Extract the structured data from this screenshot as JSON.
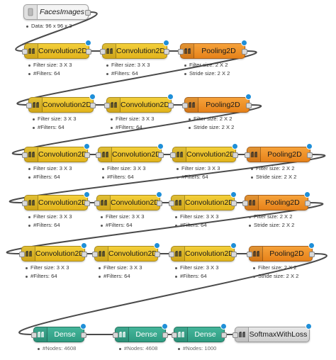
{
  "colors": {
    "conv": "#e9c02a",
    "pool": "#ef921f",
    "dense": "#36a88d",
    "loss": "#d8d8d8",
    "input": "#f4f4f4",
    "wire": "#4a4a4a",
    "status_dot": "#1f8fd8"
  },
  "icons": {
    "layer": "layer-glyph-icon",
    "input": "input-tab-icon"
  },
  "input": {
    "label": "FacesImages",
    "info": "Data: 96 x 96 x 3"
  },
  "rows": [
    [
      {
        "kind": "conv",
        "label": "Convolution2D",
        "info": [
          "Filter size: 3 X 3",
          "#Filters: 64"
        ]
      },
      {
        "kind": "conv",
        "label": "Convolution2D",
        "info": [
          "Filter size: 3 X 3",
          "#Filters: 64"
        ]
      },
      {
        "kind": "pool",
        "label": "Pooling2D",
        "info": [
          "Filter size: 2 X 2",
          "Stride size: 2 X 2"
        ]
      }
    ],
    [
      {
        "kind": "conv",
        "label": "Convolution2D",
        "info": [
          "Filter size: 3 X 3",
          "#Filters: 64"
        ]
      },
      {
        "kind": "conv",
        "label": "Convolution2D",
        "info": [
          "Filter size: 3 X 3",
          "#Filters: 64"
        ]
      },
      {
        "kind": "pool",
        "label": "Pooling2D",
        "info": [
          "Filter size: 2 X 2",
          "Stride size: 2 X 2"
        ]
      }
    ],
    [
      {
        "kind": "conv",
        "label": "Convolution2D",
        "info": [
          "Filter size: 3 X 3",
          "#Filters: 64"
        ]
      },
      {
        "kind": "conv",
        "label": "Convolution2D",
        "info": [
          "Filter size: 3 X 3",
          "#Filters: 64"
        ]
      },
      {
        "kind": "conv",
        "label": "Convolution2D",
        "info": [
          "Filter size: 3 X 3",
          "#Filters: 64"
        ]
      },
      {
        "kind": "pool",
        "label": "Pooling2D",
        "info": [
          "Filter size: 2 X 2",
          "Stride size: 2 X 2"
        ]
      }
    ],
    [
      {
        "kind": "conv",
        "label": "Convolution2D",
        "info": [
          "Filter size: 3 X 3",
          "#Filters: 64"
        ]
      },
      {
        "kind": "conv",
        "label": "Convolution2D",
        "info": [
          "Filter size: 3 X 3",
          "#Filters: 64"
        ]
      },
      {
        "kind": "conv",
        "label": "Convolution2D",
        "info": [
          "Filter size: 3 X 3",
          "#Filters: 64"
        ]
      },
      {
        "kind": "pool",
        "label": "Pooling2D",
        "info": [
          "Filter size: 2 X 2",
          "Stride size: 2 X 2"
        ]
      }
    ],
    [
      {
        "kind": "conv",
        "label": "Convolution2D",
        "info": [
          "Filter size: 3 X 3",
          "#Filters: 64"
        ]
      },
      {
        "kind": "conv",
        "label": "Convolution2D",
        "info": [
          "Filter size: 3 X 3",
          "#Filters: 64"
        ]
      },
      {
        "kind": "conv",
        "label": "Convolution2D",
        "info": [
          "Filter size: 3 X 3",
          "#Filters: 64"
        ]
      },
      {
        "kind": "pool",
        "label": "Pooling2D",
        "info": [
          "Filter size: 2 X 2",
          "Stride size: 2 X 2"
        ]
      }
    ],
    [
      {
        "kind": "dense",
        "label": "Dense",
        "info": [
          "#Nodes: 4608"
        ]
      },
      {
        "kind": "dense",
        "label": "Dense",
        "info": [
          "#Nodes: 4608"
        ]
      },
      {
        "kind": "dense",
        "label": "Dense",
        "info": [
          "#Nodes: 1000"
        ]
      },
      {
        "kind": "loss",
        "label": "SoftmaxWithLoss",
        "info": []
      }
    ]
  ]
}
